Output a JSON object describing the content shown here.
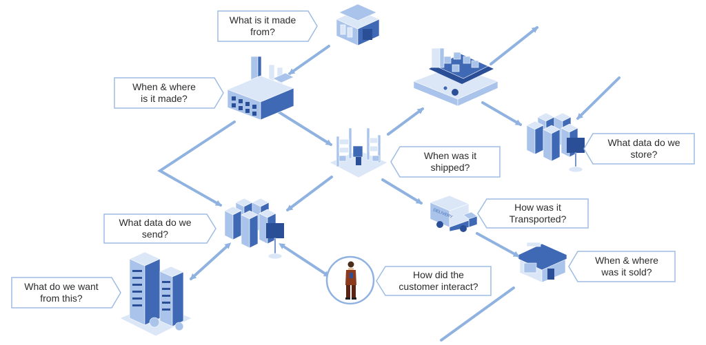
{
  "colors": {
    "arrow": "#8fb2e0",
    "callout_border": "#9dbbe3",
    "icon_light": "#dbe7f7",
    "icon_mid": "#a9c3ea",
    "icon_dark": "#3f68b5",
    "icon_darkest": "#2a4f96",
    "person_suit": "#8b3a1e"
  },
  "callouts": {
    "made_from": "What is it made\nfrom?",
    "when_where_made": "When & where\nis it made?",
    "when_shipped": "When was it\nshipped?",
    "what_store": "What data do we\nstore?",
    "how_transported": "How was it\nTransported?",
    "when_where_sold": "When & where\nwas it sold?",
    "what_send": "What data do we\nsend?",
    "want_from_this": "What do we want\nfrom this?",
    "customer_interact": "How did the\ncustomer interact?"
  },
  "truck_label": "DELIVERY",
  "icons": [
    "warehouse-icon",
    "factory-icon",
    "cargo-ship-icon",
    "logistics-hub-icon",
    "data-servers-icon",
    "delivery-truck-icon",
    "store-icon",
    "office-building-icon",
    "customer-person-icon"
  ]
}
